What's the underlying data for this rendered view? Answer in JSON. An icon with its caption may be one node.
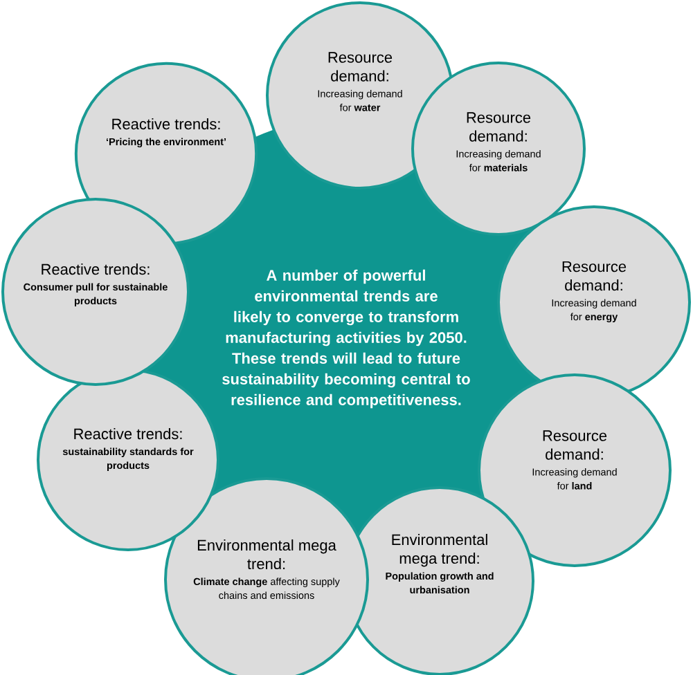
{
  "diagram": {
    "nodes": [
      {
        "text": [
          "A number of powerful environmental trends are likely to converge to transform manufacturing activities by 2050.",
          "These trends will lead to future sustainability becoming central to resilience and competitiveness."
        ]
      },
      {
        "text": [
          "Resource demand:",
          "Increasing demand for **water**"
        ]
      },
      {
        "text": [
          "Resource demand:",
          "Increasing demand for **materials**"
        ]
      },
      {
        "text": [
          "Resource demand:",
          "Increasing demand for **energy**"
        ]
      },
      {
        "text": [
          "Resource demand:",
          "Increasing demand for **land**"
        ]
      },
      {
        "text": [
          "Environmental mega trend:",
          "Population growth and urbanisation"
        ]
      },
      {
        "text": [
          "Environmental mega trend:",
          "**Climate change** affecting supply chains and emissions"
        ]
      },
      {
        "text": [
          "Reactive trends:",
          "sustainability standards for products"
        ]
      },
      {
        "text": [
          "Reactive trends:",
          "Consumer pull for sustainable products"
        ]
      },
      {
        "text": [
          "Reactive trends:",
          "‘Pricing the environment’"
        ]
      }
    ]
  }
}
